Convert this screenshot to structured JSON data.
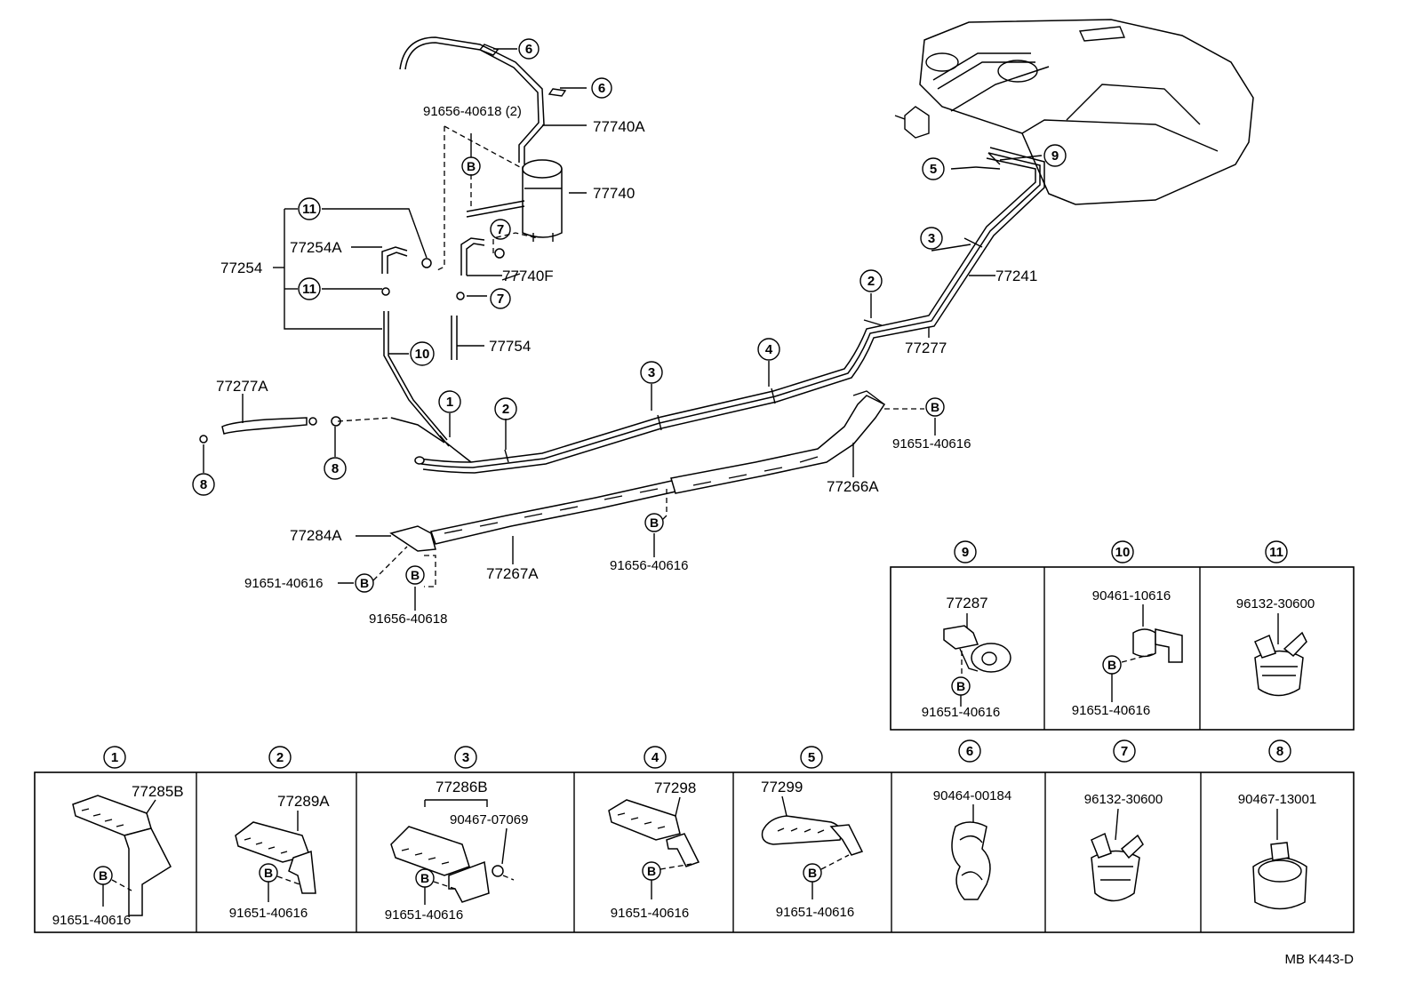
{
  "callouts": {
    "c1": "1",
    "c2": "2",
    "c3": "3",
    "c4": "4",
    "c5": "5",
    "c6": "6",
    "c7": "7",
    "c8": "8",
    "c9": "9",
    "c10": "10",
    "c11": "11",
    "b": "B"
  },
  "main_labels": {
    "p77740A": "77740A",
    "p77740": "77740",
    "p91656_40618_2": "91656-40618 (2)",
    "p77254": "77254",
    "p77254A": "77254A",
    "p77740F": "77740F",
    "p77754": "77754",
    "p77277A": "77277A",
    "p77241": "77241",
    "p77277": "77277",
    "p91651_40616_a": "91651-40616",
    "p77266A": "77266A",
    "p77284A": "77284A",
    "p91651_40616_b": "91651-40616",
    "p91656_40618": "91656-40618",
    "p77267A": "77267A",
    "p91656_40616": "91656-40616"
  },
  "detail_top": [
    {
      "callout": "9",
      "part": "77287",
      "bolt": "91651-40616"
    },
    {
      "callout": "10",
      "part": "90461-10616",
      "bolt": "91651-40616"
    },
    {
      "callout": "11",
      "part": "96132-30600",
      "bolt": ""
    }
  ],
  "detail_bottom": [
    {
      "callout": "1",
      "part": "77285B",
      "bolt": "91651-40616"
    },
    {
      "callout": "2",
      "part": "77289A",
      "bolt": "91651-40616"
    },
    {
      "callout": "3",
      "part": "77286B",
      "extra": "90467-07069",
      "bolt": "91651-40616"
    },
    {
      "callout": "4",
      "part": "77298",
      "bolt": "91651-40616"
    },
    {
      "callout": "5",
      "part": "77299",
      "bolt": "91651-40616"
    },
    {
      "callout": "6",
      "part": "90464-00184",
      "bolt": ""
    },
    {
      "callout": "7",
      "part": "96132-30600",
      "bolt": ""
    },
    {
      "callout": "8",
      "part": "90467-13001",
      "bolt": ""
    }
  ],
  "footer_code": "MB  K443-D"
}
